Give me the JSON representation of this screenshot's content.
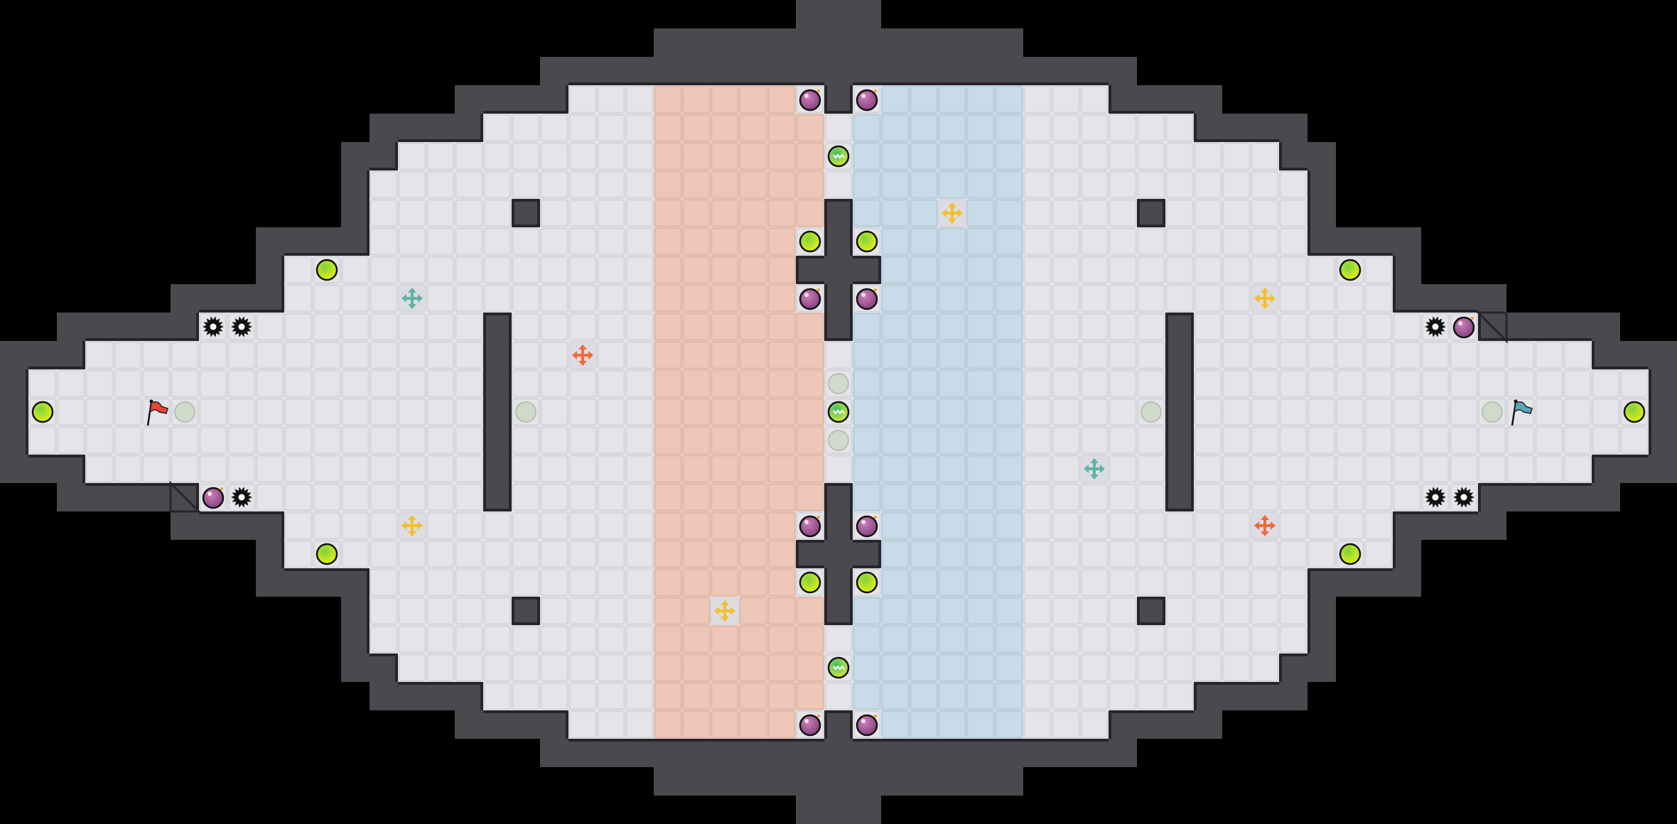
{
  "game": {
    "mode": "capture-the-flag",
    "grid": {
      "columns": 59,
      "rows": 29
    }
  },
  "colors": {
    "background": "#000000",
    "wall": "#4a494e",
    "wall_edge": "#26262a",
    "floor": "#e5e5e9",
    "floor_line": "#d0d0d5",
    "red_zone": "#eec7b8",
    "blue_zone": "#c7dbe8",
    "red_flag": "#e8433a",
    "blue_flag": "#5aa7b8",
    "bomb": "#9a4f8e",
    "button": "#d8ec1e",
    "powerup": "#4cc36a",
    "inactive": "#cfdac8",
    "spike": "#111111",
    "boost_yellow": "#f3c02a",
    "boost_red": "#ef6b3b",
    "boost_teal": "#5fb3a8"
  },
  "entity_types": [
    "red-flag",
    "blue-flag",
    "bomb",
    "spike",
    "button",
    "powerup",
    "inactive-powerup",
    "boost"
  ]
}
